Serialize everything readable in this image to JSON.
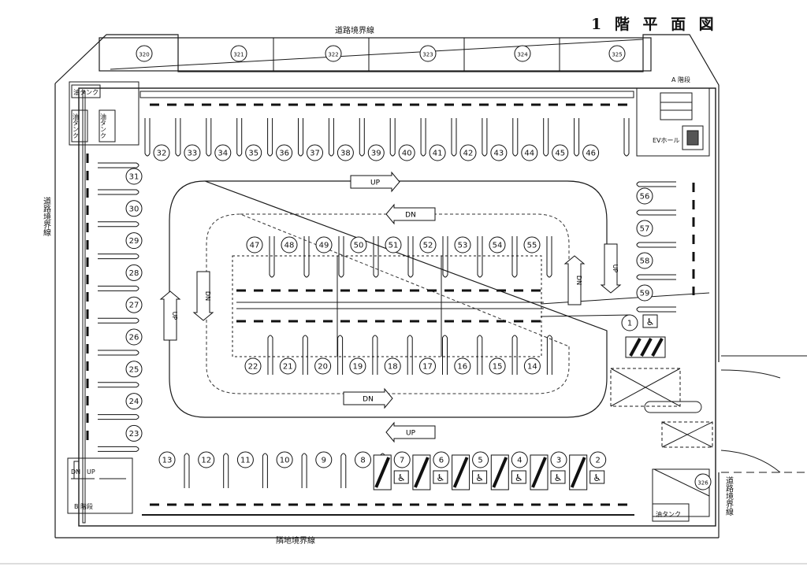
{
  "title": "1 階 平 面 図",
  "boundaries": {
    "top": "道路境界線",
    "left": "道路境界線",
    "right": "道路境界線",
    "bottom": "隣地境界線"
  },
  "rooms": {
    "oil_tank_top": "油タンク",
    "oil_tank_v1": "油タンク",
    "oil_tank_v2": "油タンク",
    "oil_tank_bottom": "油タンク",
    "stair_a": "A 階段",
    "stair_b": "B 階段",
    "ev_hall": "EVホール",
    "dn": "DN",
    "up": "UP"
  },
  "arrows": {
    "up": "UP",
    "dn": "DN"
  },
  "top_spaces": [
    "32",
    "33",
    "34",
    "35",
    "36",
    "37",
    "38",
    "39",
    "40",
    "41",
    "42",
    "43",
    "44",
    "45",
    "46"
  ],
  "left_spaces": [
    "31",
    "30",
    "29",
    "28",
    "27",
    "26",
    "25",
    "24",
    "23"
  ],
  "right_spaces": [
    "56",
    "57",
    "58",
    "59"
  ],
  "island_top": [
    "47",
    "48",
    "49",
    "50",
    "51",
    "52",
    "53",
    "54",
    "55"
  ],
  "island_bottom": [
    "22",
    "21",
    "20",
    "19",
    "18",
    "17",
    "16",
    "15",
    "14"
  ],
  "bottom_spaces": [
    "13",
    "12",
    "11",
    "10",
    "9",
    "8",
    "7",
    "6",
    "5",
    "4",
    "3",
    "2"
  ],
  "accessible_space": "1",
  "street_spaces": [
    "320",
    "321",
    "322",
    "323",
    "324",
    "325"
  ],
  "corner_space": "326",
  "colors": {
    "line": "#1a1a1a",
    "dashed": "#333333"
  }
}
